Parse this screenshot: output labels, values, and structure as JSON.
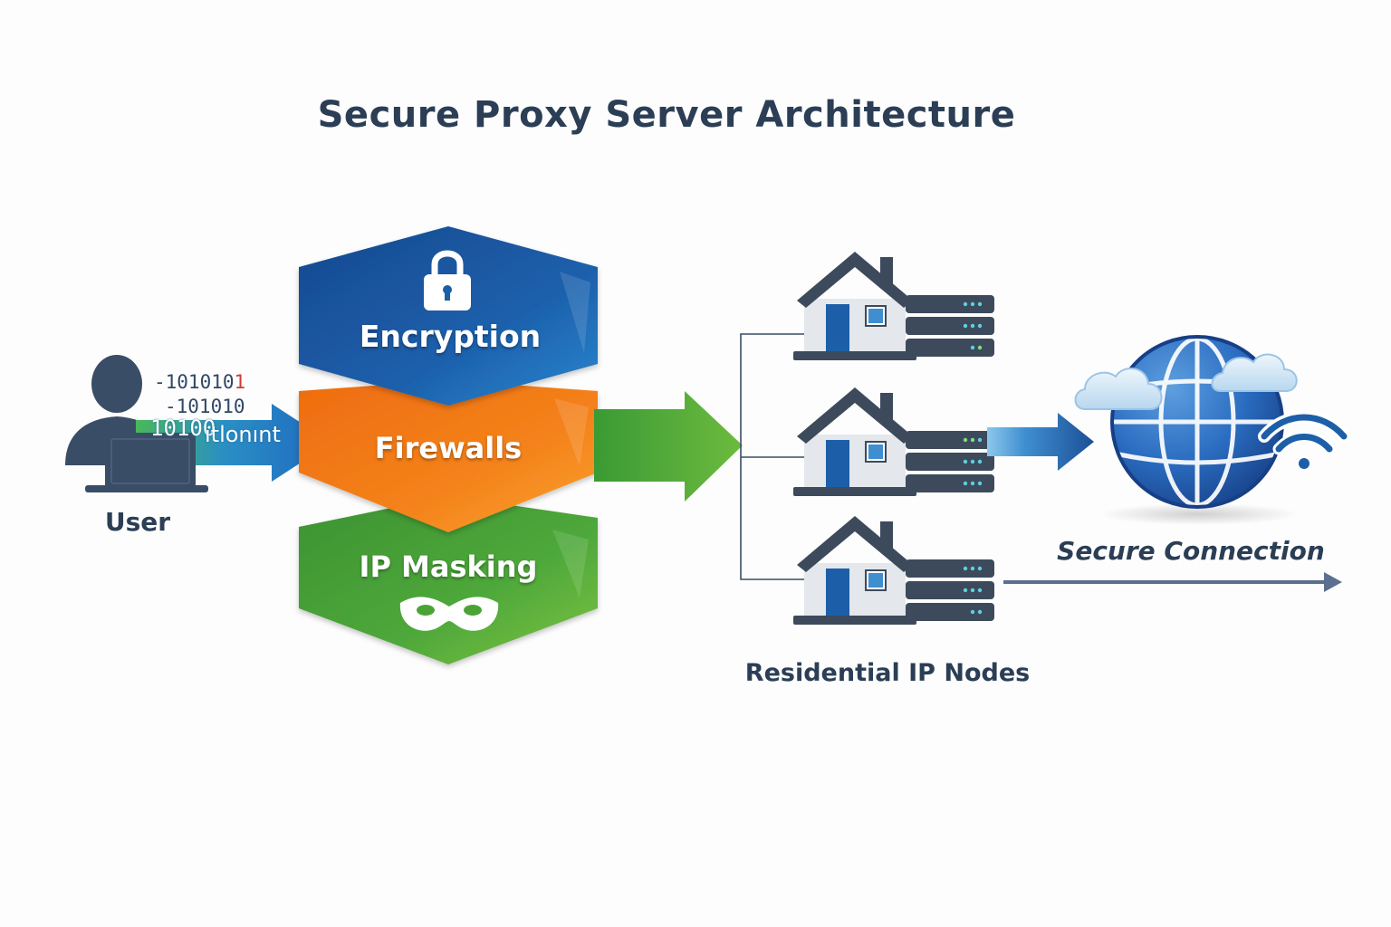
{
  "title": "Secure Proxy Server Architecture",
  "user": {
    "label": "User",
    "binary": [
      "-1010101",
      "-101010",
      "10100",
      "ıtlonınt"
    ]
  },
  "layers": [
    {
      "label": "Encryption",
      "icon": "lock-icon",
      "color": "#1a5fa8"
    },
    {
      "label": "Firewalls",
      "icon": "",
      "color": "#f07a12"
    },
    {
      "label": "IP Masking",
      "icon": "mask-icon",
      "color": "#4aa336"
    }
  ],
  "nodes": {
    "label": "Residential IP Nodes",
    "icons": [
      "house-icon",
      "server-rack-icon"
    ],
    "count": 3
  },
  "connection": {
    "label": "Secure Connection",
    "icons": [
      "globe-icon",
      "cloud-icon",
      "wifi-icon"
    ]
  },
  "colors": {
    "text_dark": "#2b3e55",
    "blue": "#1a5fa8",
    "orange": "#f07a12",
    "green": "#4aa336",
    "server": "#3c4a5c"
  }
}
